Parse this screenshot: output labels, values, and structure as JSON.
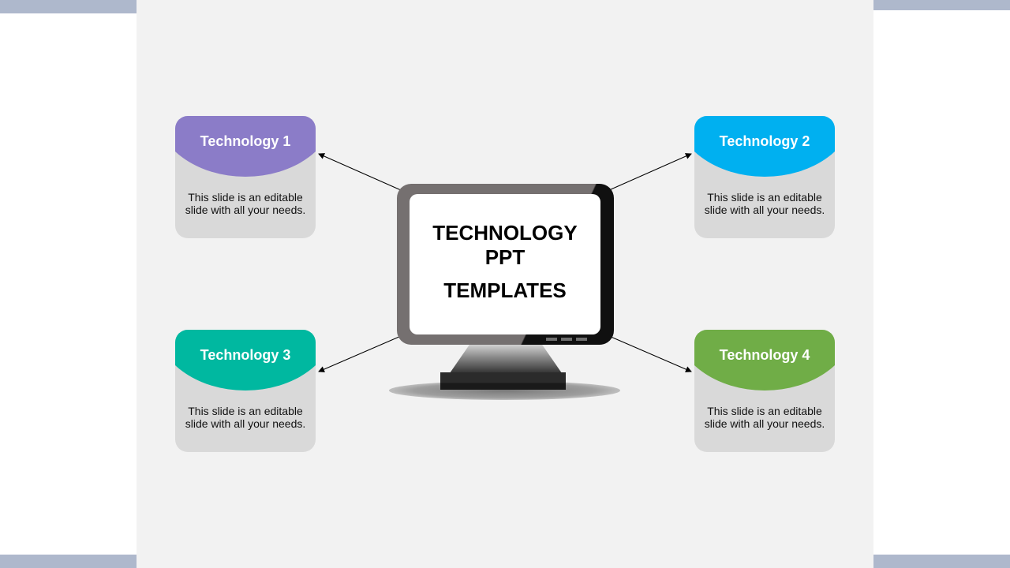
{
  "center": {
    "title_lines": [
      "TECHNOLOGY",
      "PPT",
      "TEMPLATES"
    ]
  },
  "cards": [
    {
      "title": "Technology 1",
      "desc_lines": [
        "This slide is an editable",
        "slide with  all your needs."
      ],
      "color": "#8b7cc8"
    },
    {
      "title": "Technology 2",
      "desc_lines": [
        "This slide is an editable",
        "slide with  all your needs."
      ],
      "color": "#00b0f0"
    },
    {
      "title": "Technology 3",
      "desc_lines": [
        "This slide is an editable",
        "slide with  all your needs."
      ],
      "color": "#00b8a0"
    },
    {
      "title": "Technology 4",
      "desc_lines": [
        "This slide is an editable",
        "slide with  all your needs."
      ],
      "color": "#70ad47"
    }
  ],
  "colors": {
    "slide_background": "#f2f2f2",
    "card_body": "#d9d9d9",
    "side_bands": "#aeb8cc"
  }
}
